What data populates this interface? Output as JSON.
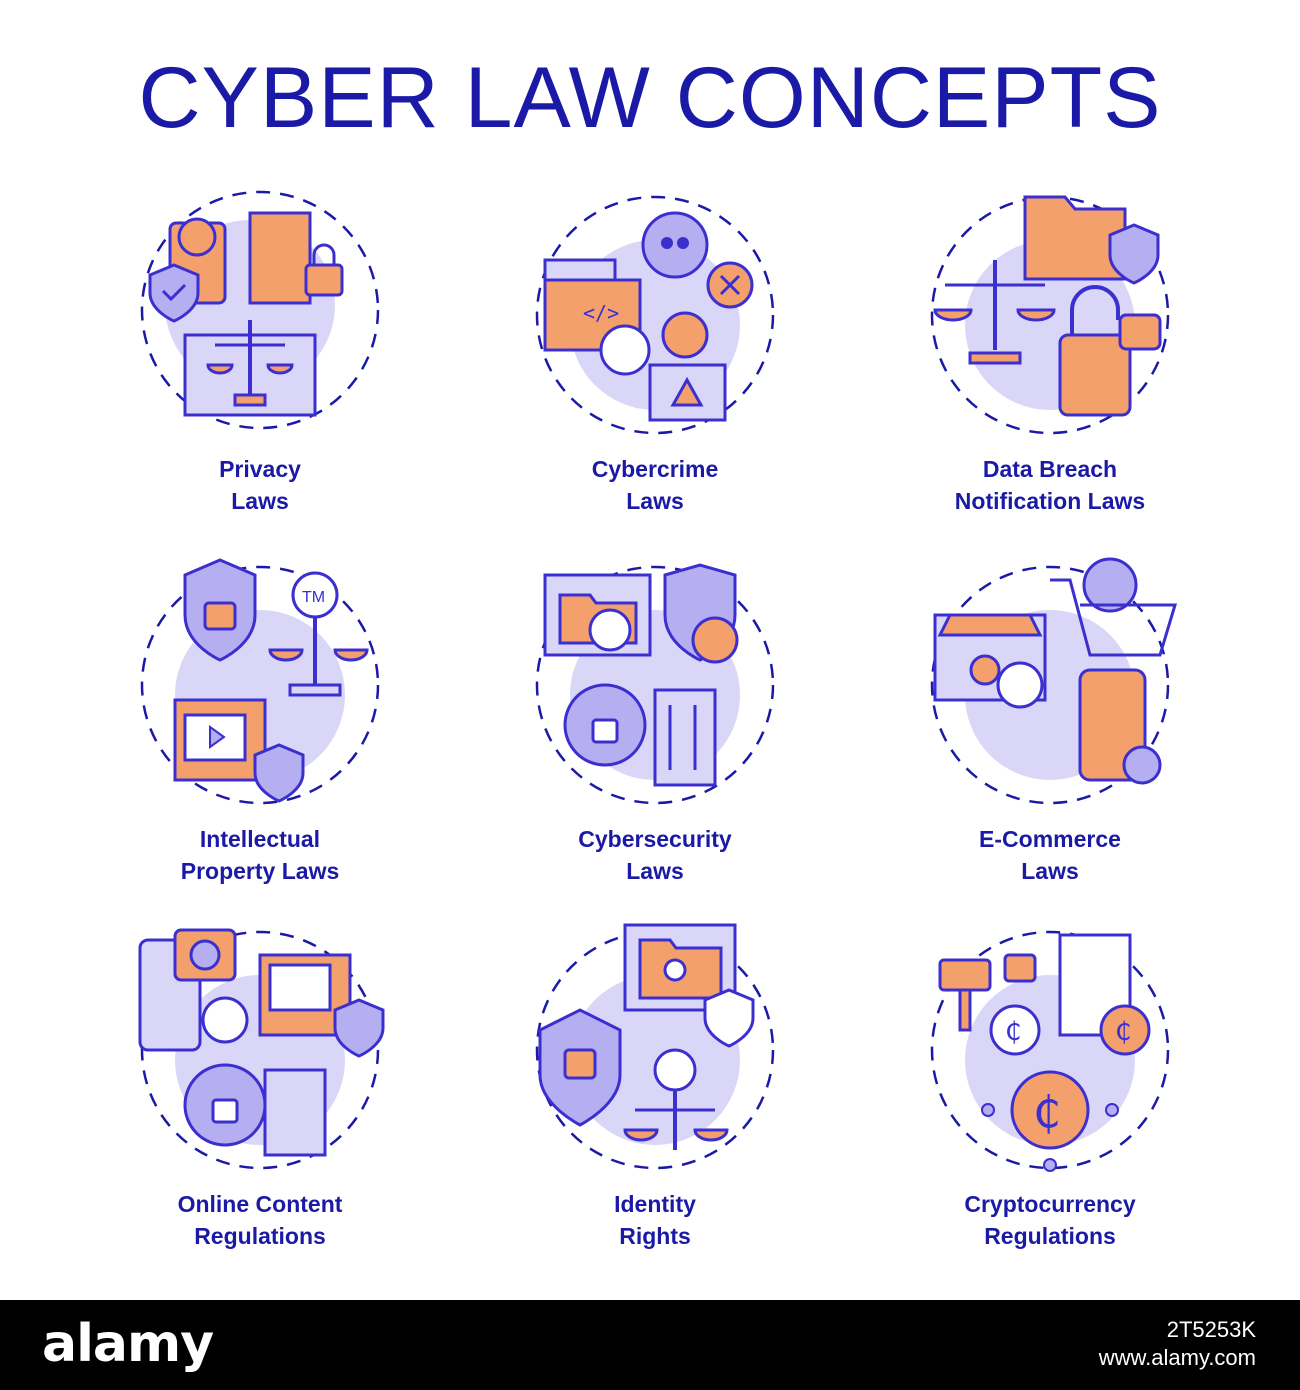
{
  "title": "CYBER LAW CONCEPTS",
  "colors": {
    "accent": "#1a1aa6",
    "orange": "#f4a06d",
    "lavender": "#d9d6f7",
    "lavender_dark": "#b5aef0",
    "outline": "#3b2fd0"
  },
  "items": [
    {
      "line1": "Privacy",
      "line2": "Laws",
      "icon": "privacy-laws-icon"
    },
    {
      "line1": "Cybercrime",
      "line2": "Laws",
      "icon": "cybercrime-laws-icon"
    },
    {
      "line1": "Data Breach",
      "line2": "Notification Laws",
      "icon": "data-breach-notification-icon"
    },
    {
      "line1": "Intellectual",
      "line2": "Property Laws",
      "icon": "intellectual-property-icon"
    },
    {
      "line1": "Cybersecurity",
      "line2": "Laws",
      "icon": "cybersecurity-laws-icon"
    },
    {
      "line1": "E-Commerce",
      "line2": "Laws",
      "icon": "ecommerce-laws-icon"
    },
    {
      "line1": "Online Content",
      "line2": "Regulations",
      "icon": "online-content-regulations-icon"
    },
    {
      "line1": "Identity",
      "line2": "Rights",
      "icon": "identity-rights-icon"
    },
    {
      "line1": "Cryptocurrency",
      "line2": "Regulations",
      "icon": "cryptocurrency-regulations-icon"
    }
  ],
  "footer": {
    "logo": "alamy",
    "image_id": "2T5253K",
    "url": "www.alamy.com"
  }
}
